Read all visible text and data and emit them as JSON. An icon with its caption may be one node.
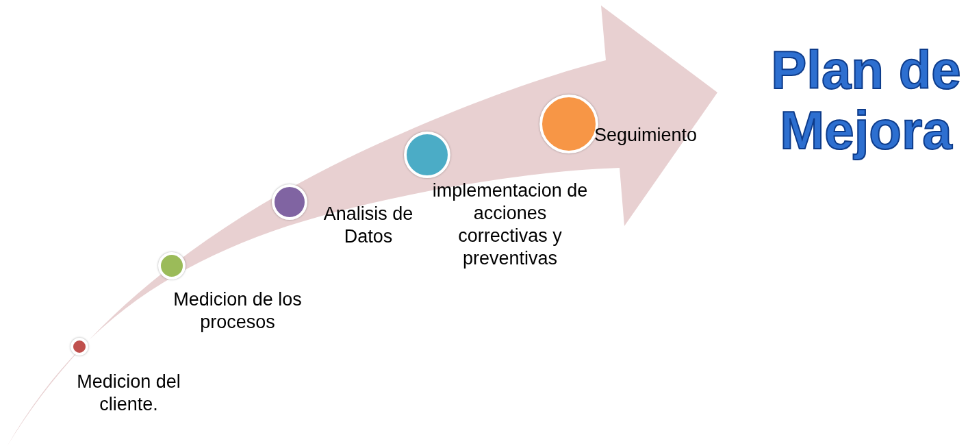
{
  "diagram": {
    "title": "Plan de Mejora",
    "nodes": [
      {
        "text": [],
        "shape": "circle",
        "beside": [
          "Medicion del cliente."
        ]
      },
      {
        "text": [],
        "shape": "circle",
        "beside": [
          "Medicion de los procesos"
        ]
      },
      {
        "text": [],
        "shape": "circle",
        "beside": [
          "Analisis de Datos"
        ]
      },
      {
        "text": [],
        "shape": "circle",
        "beside": [
          "implementacion de acciones correctivas y preventivas"
        ]
      },
      {
        "text": [],
        "shape": "circle",
        "beside": [
          "Seguimiento"
        ]
      }
    ],
    "edges": []
  }
}
